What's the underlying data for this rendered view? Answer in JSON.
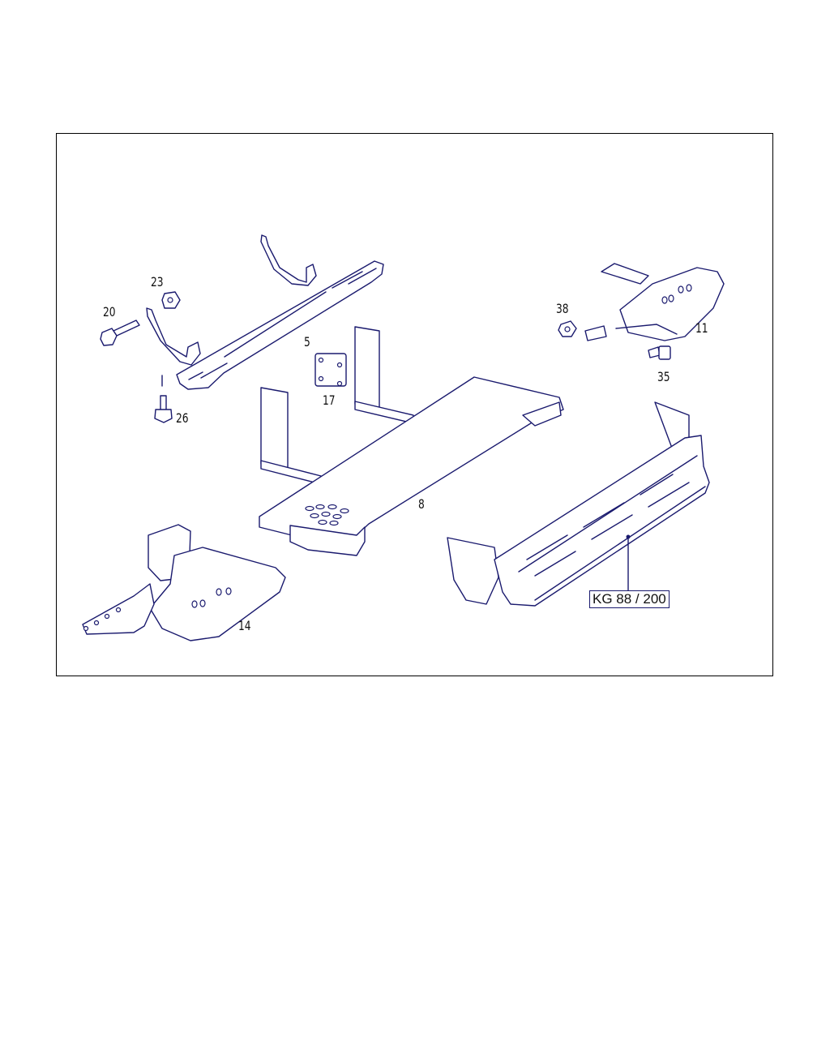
{
  "diagram": {
    "callouts": {
      "c5": "5",
      "c8": "8",
      "c11": "11",
      "c14": "14",
      "c17": "17",
      "c20": "20",
      "c23": "23",
      "c26": "26",
      "c35": "35",
      "c38": "38"
    },
    "group_reference": "KG 88 / 200"
  },
  "colors": {
    "line": "#1a1a6e",
    "frame": "#000000"
  }
}
